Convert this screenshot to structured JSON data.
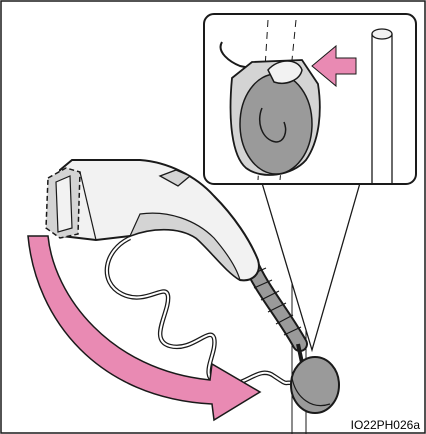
{
  "figure": {
    "code": "IO22PH026a",
    "colors": {
      "arrow": "#e98ab3",
      "arrow_edge": "#1a1a1a",
      "line": "#1a1a1a",
      "fill_light": "#f2f2f2",
      "fill_mid": "#d4d4d4",
      "fill_dark": "#9a9a9a",
      "background": "#ffffff"
    },
    "icons": [
      "charging-connector",
      "connector-cable",
      "cable-hook",
      "pink-curved-arrow",
      "pink-arrow",
      "lock-holder"
    ]
  }
}
